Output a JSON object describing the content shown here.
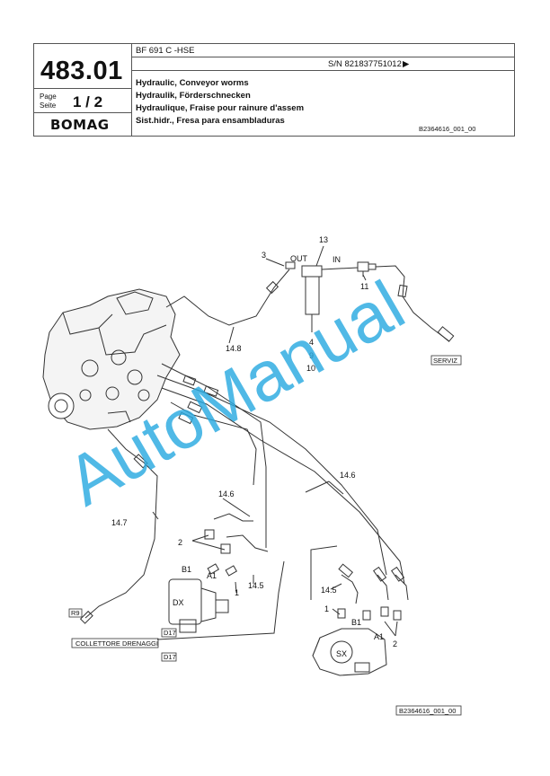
{
  "header": {
    "section_number": "483.01",
    "page_label": "Page",
    "seite_label": "Seite",
    "page_fraction": "1 / 2",
    "brand": "BOMAG",
    "model": "BF 691 C -HSE",
    "serial": "S/N 821837751012",
    "serial_arrow": "▶",
    "titles": [
      "Hydraulic, Conveyor worms",
      "Hydraulik, Förderschnecken",
      "Hydraulique, Fraise pour rainure d'assem",
      "Sist.hidr., Fresa para ensambladuras"
    ],
    "drawing_code": "B2364616_001_00"
  },
  "diagram": {
    "callouts": {
      "c13": "13",
      "c3": "3",
      "out": "OUT",
      "in": "IN",
      "c11": "11",
      "c14_8": "14.8",
      "c4": "4",
      "c9": "9",
      "c10": "10",
      "serviz": "SERVIZ",
      "c14_6a": "14.6",
      "c14_6b": "14.6",
      "c14_7": "14.7",
      "c2a": "2",
      "b1a": "B1",
      "a1a": "A1",
      "c1a": "1",
      "c14_5a": "14.5",
      "dx": "DX",
      "r9": "R9",
      "d17a": "D17",
      "collettore": "COLLETTORE DRENAGGI",
      "d17b": "D17",
      "c14_5b": "14.5",
      "c1b": "1",
      "b1b": "B1",
      "a1b": "A1",
      "c2b": "2",
      "sx": "SX"
    },
    "footer_code": "B2364616_001_00"
  },
  "watermark": "AutoManual",
  "colors": {
    "watermark": "#29a9e0",
    "line": "#333333",
    "border": "#555555"
  }
}
